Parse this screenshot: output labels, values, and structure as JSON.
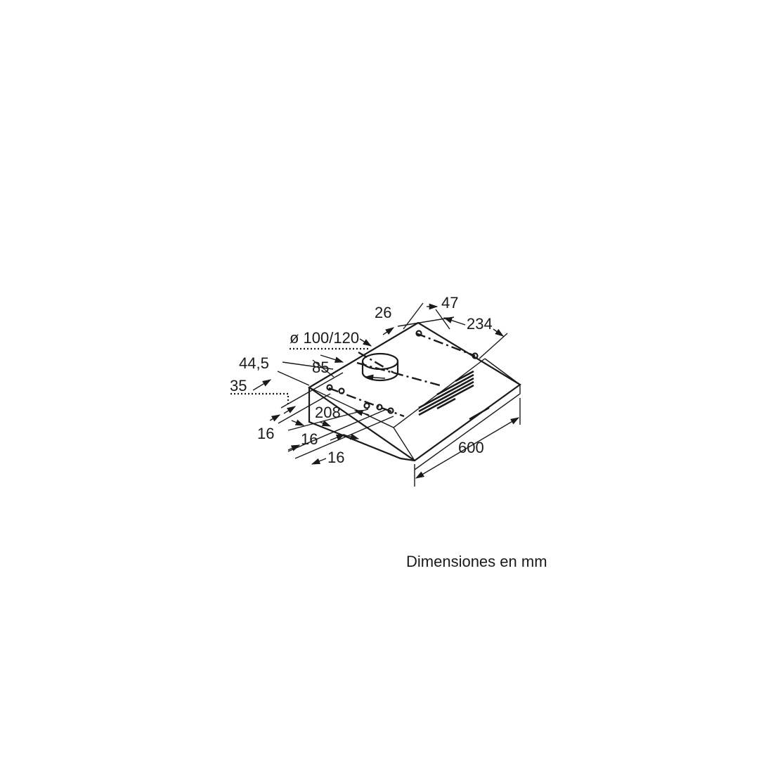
{
  "diagram": {
    "labels": {
      "d26": "26",
      "d47": "47",
      "d234": "234",
      "d_duct": "ø 100/120",
      "d44_5": "44,5",
      "d85": "85",
      "d35": "35",
      "d208": "208",
      "d16_a": "16",
      "d16_b": "16",
      "d16_c": "16",
      "d600": "600"
    }
  },
  "caption": "Dimensiones en mm"
}
